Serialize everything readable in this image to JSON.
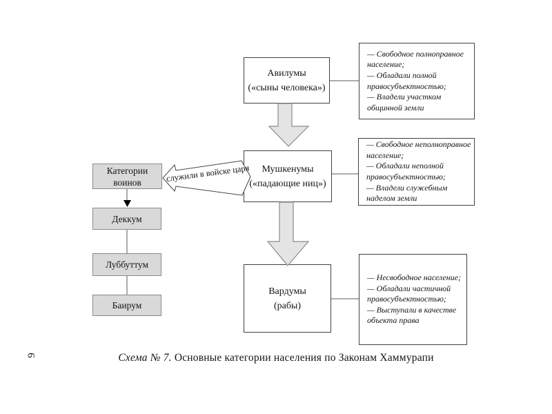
{
  "page": {
    "number": "9",
    "caption": {
      "label": "Схема № 7.",
      "text": "Основные категории населения по Законам Хаммурапи"
    }
  },
  "colors": {
    "page_bg": "#ffffff",
    "box_gray_fill": "#d9d9d9",
    "arrow_gray_fill": "#e4e4e4",
    "border_dark": "#3f3f3f",
    "border_gray": "#8a8a8a",
    "line_color": "#5a5a5a",
    "text_color": "#141414"
  },
  "diagram": {
    "population": [
      {
        "title": "Авилумы",
        "subtitle": "(«сыны человека»)"
      },
      {
        "title": "Мушкенумы",
        "subtitle": "(«падающие ниц»)"
      },
      {
        "title": "Вардумы",
        "subtitle": "(рабы)"
      }
    ],
    "descriptions": [
      {
        "items": [
          "— Свободное полноправное население;",
          "— Обладали полной правосубъектностью;",
          "— Владели участком общинной земли"
        ]
      },
      {
        "items": [
          "— Свободное неполноправное население;",
          "— Обладали неполной правосубъектностью;",
          "— Владели служебным наделом земли"
        ]
      },
      {
        "items": [
          "— Несвободное население;",
          "— Обладали частичной правосубъектностью;",
          "— Выступали в качестве объекта права"
        ]
      }
    ],
    "warriors": {
      "header": "Категории воинов",
      "ranks": [
        "Деккум",
        "Луббуттум",
        "Баирум"
      ]
    },
    "arrow_label": "служили в войске царя"
  }
}
